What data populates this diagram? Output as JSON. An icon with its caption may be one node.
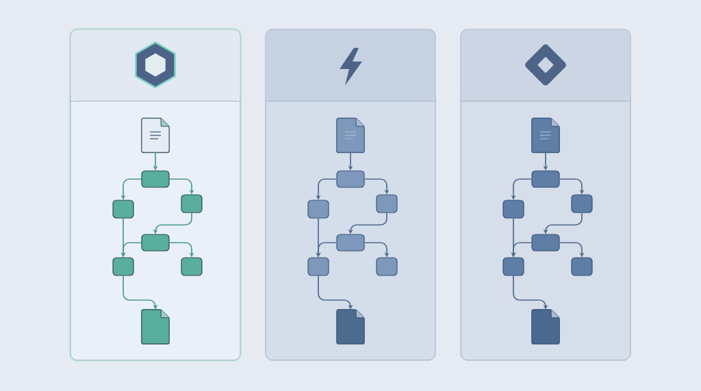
{
  "diagram": {
    "nodes": [
      {
        "text": [],
        "shape": "box"
      },
      {
        "text": [],
        "shape": "document",
        "in": 0
      },
      {
        "text": [],
        "shape": "box",
        "in": 0
      },
      {
        "text": [],
        "shape": "box",
        "in": 0
      },
      {
        "text": [],
        "shape": "box",
        "in": 0
      },
      {
        "text": [],
        "shape": "box",
        "in": 0
      },
      {
        "text": [],
        "shape": "box",
        "in": 0
      },
      {
        "text": [],
        "shape": "box",
        "in": 0
      },
      {
        "text": [],
        "shape": "document",
        "in": 0
      },
      {
        "text": [],
        "shape": "box"
      },
      {
        "text": [],
        "shape": "document",
        "in": 9
      },
      {
        "text": [],
        "shape": "box",
        "in": 9
      },
      {
        "text": [],
        "shape": "box",
        "in": 9
      },
      {
        "text": [],
        "shape": "box",
        "in": 9
      },
      {
        "text": [],
        "shape": "box",
        "in": 9
      },
      {
        "text": [],
        "shape": "box",
        "in": 9
      },
      {
        "text": [],
        "shape": "box",
        "in": 9
      },
      {
        "text": [],
        "shape": "document",
        "in": 9
      },
      {
        "text": [],
        "shape": "box"
      },
      {
        "text": [],
        "shape": "document",
        "in": 18
      },
      {
        "text": [],
        "shape": "box",
        "in": 18
      },
      {
        "text": [],
        "shape": "box",
        "in": 18
      },
      {
        "text": [],
        "shape": "box",
        "in": 18
      },
      {
        "text": [],
        "shape": "box",
        "in": 18
      },
      {
        "text": [],
        "shape": "box",
        "in": 18
      },
      {
        "text": [],
        "shape": "box",
        "in": 18
      },
      {
        "text": [],
        "shape": "document",
        "in": 18
      }
    ],
    "edges": [
      {
        "from": 1,
        "to": 2,
        "arrow": "to",
        "color": "#4a9a8a"
      },
      {
        "from": 2,
        "to": 3,
        "arrow": "to",
        "color": "#4a9a8a"
      },
      {
        "from": 2,
        "to": 4,
        "arrow": "to",
        "color": "#4a9a8a"
      },
      {
        "from": 4,
        "to": 5,
        "arrow": "to",
        "color": "#4a9a8a"
      },
      {
        "from": 3,
        "to": 6,
        "arrow": "to",
        "color": "#4a9a8a"
      },
      {
        "from": 5,
        "to": 6,
        "arrow": "to",
        "color": "#4a9a8a"
      },
      {
        "from": 5,
        "to": 7,
        "arrow": "to",
        "color": "#4a9a8a"
      },
      {
        "from": 6,
        "to": 8,
        "arrow": "to",
        "color": "#4a9a8a"
      },
      {
        "from": 10,
        "to": 11,
        "arrow": "to"
      },
      {
        "from": 11,
        "to": 12,
        "arrow": "to"
      },
      {
        "from": 11,
        "to": 13,
        "arrow": "to"
      },
      {
        "from": 13,
        "to": 14,
        "arrow": "to"
      },
      {
        "from": 12,
        "to": 15,
        "arrow": "to"
      },
      {
        "from": 14,
        "to": 15,
        "arrow": "to"
      },
      {
        "from": 14,
        "to": 16,
        "arrow": "to"
      },
      {
        "from": 15,
        "to": 17,
        "arrow": "to"
      },
      {
        "from": 19,
        "to": 20,
        "arrow": "to"
      },
      {
        "from": 20,
        "to": 21,
        "arrow": "to"
      },
      {
        "from": 20,
        "to": 22,
        "arrow": "to"
      },
      {
        "from": 22,
        "to": 23,
        "arrow": "to"
      },
      {
        "from": 21,
        "to": 24,
        "arrow": "to"
      },
      {
        "from": 23,
        "to": 24,
        "arrow": "to"
      },
      {
        "from": 23,
        "to": 25,
        "arrow": "to"
      },
      {
        "from": 24,
        "to": 26,
        "arrow": "to"
      }
    ]
  }
}
